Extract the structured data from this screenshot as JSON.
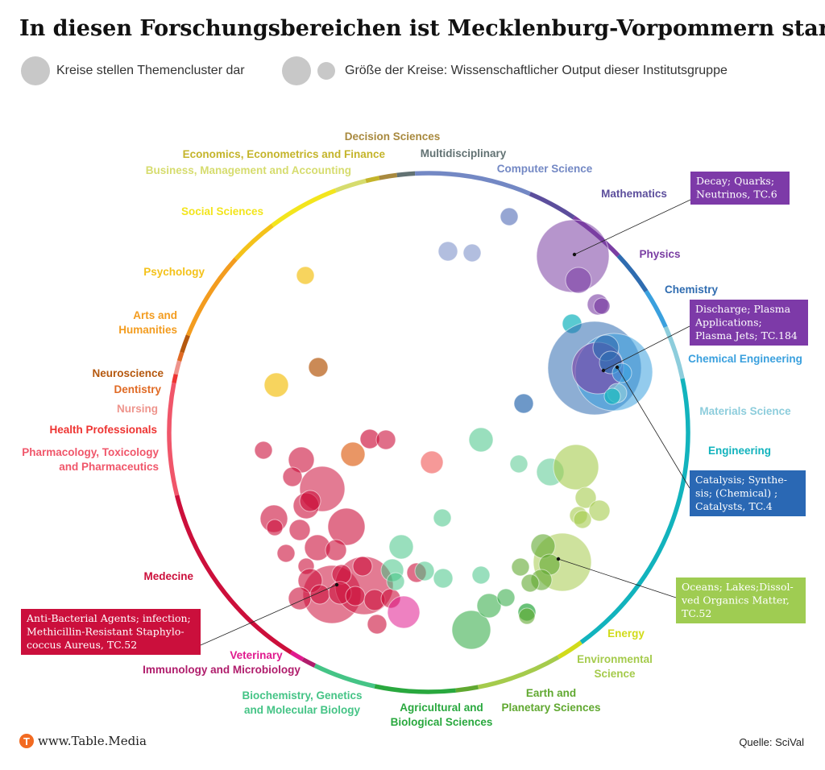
{
  "title": "In diesen Forschungsbereichen ist Mecklenburg-Vorpommern stark",
  "legend": {
    "clusters": "Kreise stellen Themencluster dar",
    "size": "Größe der Kreise: Wissenschaftlicher Output dieser Institutsgruppe",
    "dot_color": "#c8c8c8"
  },
  "categories": [
    {
      "label": "Decision Sciences",
      "color": "#a8893e"
    },
    {
      "label": "Multidisciplinary",
      "color": "#627273"
    },
    {
      "label": "Computer Science",
      "color": "#7388c4"
    },
    {
      "label": "Mathematics",
      "color": "#5c4e9c"
    },
    {
      "label": "Physics",
      "color": "#7a3ea3"
    },
    {
      "label": "Chemistry",
      "color": "#2f6cb0"
    },
    {
      "label": "Chemical Engineering",
      "color": "#3aa0de"
    },
    {
      "label": "Materials Science",
      "color": "#8dcddc"
    },
    {
      "label": "Engineering",
      "color": "#12b3bd"
    },
    {
      "label": "Energy",
      "color": "#d1db1a"
    },
    {
      "label": "Environmental Science",
      "color": "#a5cb4c"
    },
    {
      "label": "Earth and Planetary Sciences",
      "color": "#60a830"
    },
    {
      "label": "Agricultural and Biological Sciences",
      "color": "#29a83e"
    },
    {
      "label": "Biochemistry, Genetics and Molecular Biology",
      "color": "#45c486"
    },
    {
      "label": "Immunology and Microbiology",
      "color": "#b01d6c"
    },
    {
      "label": "Veterinary",
      "color": "#e01a8e"
    },
    {
      "label": "Medecine",
      "color": "#cc0f3b"
    },
    {
      "label": "Pharmacology, Toxicology and Pharmaceutics",
      "color": "#f0566a"
    },
    {
      "label": "Health Professionals",
      "color": "#ee3432"
    },
    {
      "label": "Nursing",
      "color": "#ee948c"
    },
    {
      "label": "Dentistry",
      "color": "#e06a24"
    },
    {
      "label": "Neuroscience",
      "color": "#b5580e"
    },
    {
      "label": "Arts and Humanities",
      "color": "#f39c1f"
    },
    {
      "label": "Psychology",
      "color": "#f4c21a"
    },
    {
      "label": "Social Sciences",
      "color": "#f3e51d"
    },
    {
      "label": "Business, Management and Accounting",
      "color": "#d6dc6e"
    },
    {
      "label": "Economics, Econometrics and Finance",
      "color": "#c4b42a"
    }
  ],
  "callouts": [
    {
      "text": "Decay; Quarks; Neutrinos, TC.6",
      "color": "#7d3aa8"
    },
    {
      "text": "Discharge; Plasma Applications; Plasma Jets; TC.184",
      "color": "#7d3aa8"
    },
    {
      "text": "Catalysis; Synthesis; (Chemical) ; Catalysts, TC.4",
      "color": "#2a68b4"
    },
    {
      "text": "Oceans; Lakes;Dissolved Organics Matter, TC.52",
      "color": "#9fcc52"
    },
    {
      "text": "Anti-Bacterial Agents; infection; Methicillin-Resistant Staphylococcus Aureus, TC.52",
      "color": "#cb0f3c"
    }
  ],
  "footer": {
    "logo_icon": "T",
    "brand": "www.Table.Media",
    "source": "Quelle: SciVal"
  }
}
